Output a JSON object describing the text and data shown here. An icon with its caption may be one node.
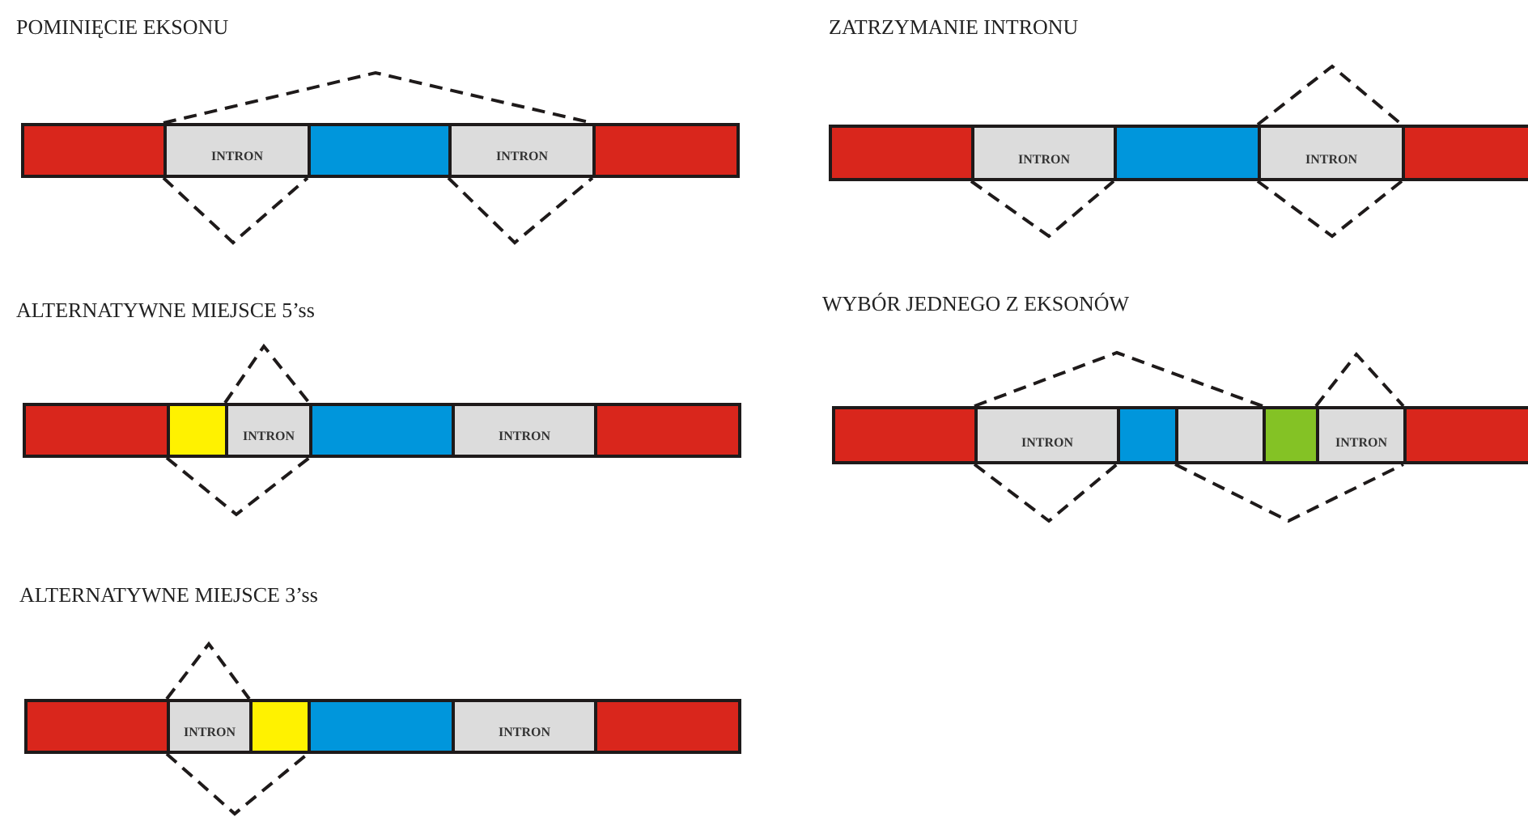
{
  "diagram": {
    "nodes": [
      {
        "text": [],
        "shape": "box"
      },
      {
        "text": [
          "INTRON"
        ]
      },
      {
        "text": [],
        "shape": "box"
      },
      {
        "text": [
          "INTRON"
        ]
      },
      {
        "text": [],
        "shape": "box"
      },
      {
        "text": [],
        "shape": "box"
      },
      {
        "text": [
          "INTRON"
        ]
      },
      {
        "text": [],
        "shape": "box"
      },
      {
        "text": [
          "INTRON"
        ]
      },
      {
        "text": [],
        "shape": "box"
      },
      {
        "text": [],
        "shape": "box"
      },
      {
        "text": [],
        "shape": "box"
      },
      {
        "text": [
          "INTRON"
        ]
      },
      {
        "text": [],
        "shape": "box"
      },
      {
        "text": [
          "INTRON"
        ]
      },
      {
        "text": [],
        "shape": "box"
      },
      {
        "text": [],
        "shape": "box"
      },
      {
        "text": [
          "INTRON"
        ]
      },
      {
        "text": [],
        "shape": "box"
      },
      {
        "text": [],
        "shape": "box"
      },
      {
        "text": [],
        "shape": "box"
      },
      {
        "text": [
          "INTRON"
        ]
      },
      {
        "text": [],
        "shape": "box"
      },
      {
        "text": [],
        "shape": "box"
      },
      {
        "text": [
          "INTRON"
        ]
      },
      {
        "text": [],
        "shape": "box"
      },
      {
        "text": [],
        "shape": "box"
      },
      {
        "text": [
          "INTRON"
        ]
      },
      {
        "text": [],
        "shape": "box"
      }
    ],
    "edges": [
      {
        "from": 0,
        "to": 4,
        "arrow": "none",
        "style": "dashed"
      },
      {
        "from": 0,
        "to": 2,
        "arrow": "none",
        "style": "dashed"
      },
      {
        "from": 2,
        "to": 4,
        "arrow": "none",
        "style": "dashed"
      },
      {
        "from": 5,
        "to": 7,
        "arrow": "none",
        "style": "dashed"
      },
      {
        "from": 7,
        "to": 9,
        "arrow": "none",
        "style": "dashed"
      },
      {
        "from": 7,
        "to": 9,
        "arrow": "none",
        "style": "dashed"
      },
      {
        "from": 11,
        "to": 13,
        "arrow": "none",
        "style": "dashed"
      },
      {
        "from": 10,
        "to": 13,
        "arrow": "none",
        "style": "dashed"
      },
      {
        "from": 16,
        "to": 20,
        "arrow": "none",
        "style": "dashed"
      },
      {
        "from": 20,
        "to": 22,
        "arrow": "none",
        "style": "dashed"
      },
      {
        "from": 16,
        "to": 18,
        "arrow": "none",
        "style": "dashed"
      },
      {
        "from": 18,
        "to": 22,
        "arrow": "none",
        "style": "dashed"
      },
      {
        "from": 23,
        "to": 25,
        "arrow": "none",
        "style": "dashed"
      },
      {
        "from": 23,
        "to": 26,
        "arrow": "none",
        "style": "dashed"
      }
    ],
    "labels": [
      "POMINIĘCIE EKSONU",
      "ZATRZYMANIE INTRONU",
      "ALTERNATYWNE MIEJSCE 5’ss",
      "WYBÓR JEDNEGO Z EKSONÓW",
      "ALTERNATYWNE MIEJSCE 3’ss"
    ]
  }
}
